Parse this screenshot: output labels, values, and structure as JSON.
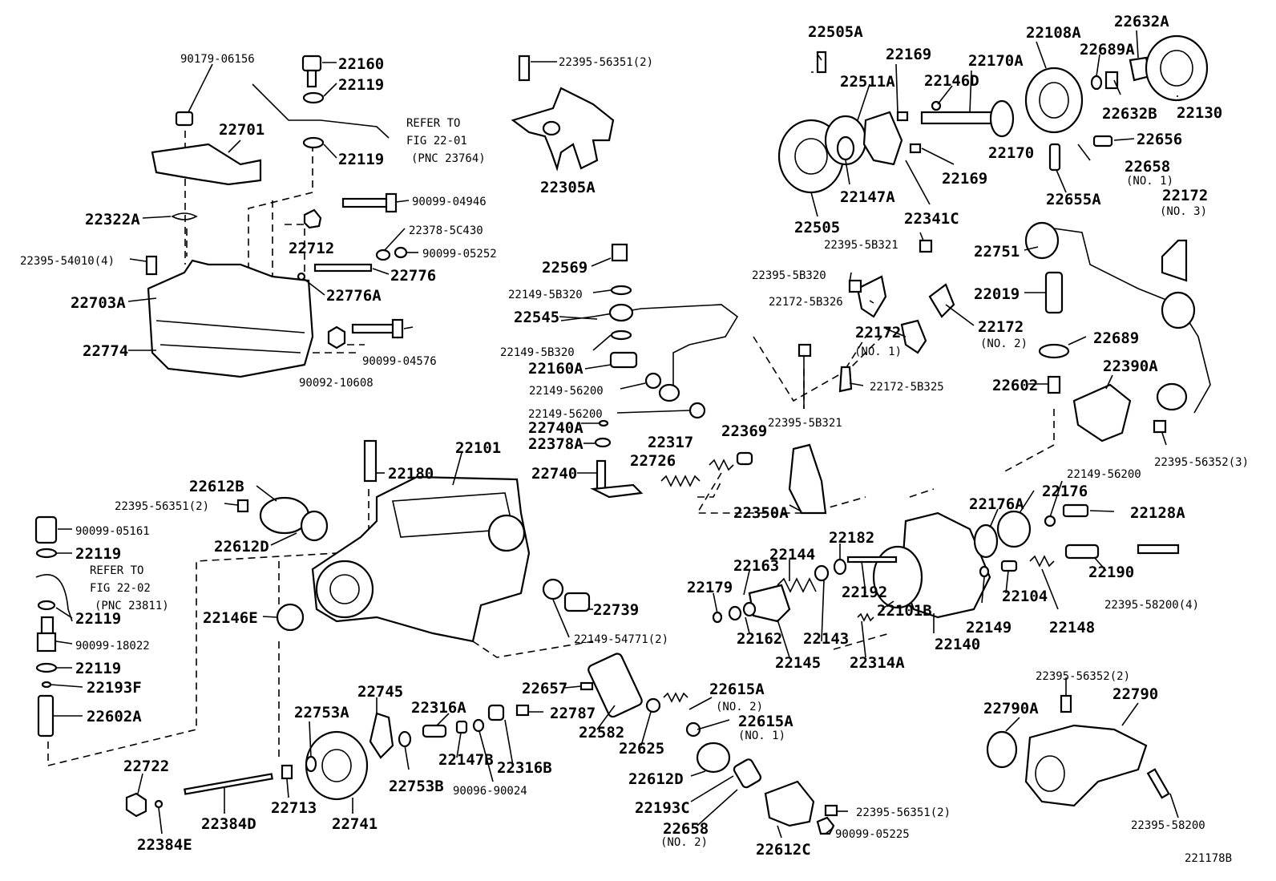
{
  "figure_code": "221178B",
  "refer_notes": [
    {
      "id": "r1",
      "lines": [
        "REFER TO",
        "FIG 22-01",
        "(PNC 23764)"
      ]
    },
    {
      "id": "r2",
      "lines": [
        "REFER TO",
        "FIG 22-02",
        "(PNC 23811)"
      ]
    }
  ],
  "labels": [
    {
      "id": "l1",
      "text": "90179-06156"
    },
    {
      "id": "l2",
      "text": "22160"
    },
    {
      "id": "l3",
      "text": "22119"
    },
    {
      "id": "l4",
      "text": "22119"
    },
    {
      "id": "l5",
      "text": "22701"
    },
    {
      "id": "l6",
      "text": "22322A"
    },
    {
      "id": "l7",
      "text": "22395-54010(4)"
    },
    {
      "id": "l8",
      "text": "22703A"
    },
    {
      "id": "l9",
      "text": "22774"
    },
    {
      "id": "l10",
      "text": "90099-04946"
    },
    {
      "id": "l11",
      "text": "22712"
    },
    {
      "id": "l12",
      "text": "22378-5C430"
    },
    {
      "id": "l13",
      "text": "90099-05252"
    },
    {
      "id": "l14",
      "text": "22776"
    },
    {
      "id": "l15",
      "text": "22776A"
    },
    {
      "id": "l16",
      "text": "90092-10608"
    },
    {
      "id": "l17",
      "text": "90099-04576"
    },
    {
      "id": "l18",
      "text": "22395-56351(2)"
    },
    {
      "id": "l19",
      "text": "22305A"
    },
    {
      "id": "l20",
      "text": "22569"
    },
    {
      "id": "l21",
      "text": "22149-5B320"
    },
    {
      "id": "l22",
      "text": "22545"
    },
    {
      "id": "l23",
      "text": "22149-5B320"
    },
    {
      "id": "l24",
      "text": "22160A"
    },
    {
      "id": "l25",
      "text": "22149-56200"
    },
    {
      "id": "l26",
      "text": "22149-56200"
    },
    {
      "id": "l27",
      "text": "22740A"
    },
    {
      "id": "l28",
      "text": "22378A"
    },
    {
      "id": "l29",
      "text": "22740"
    },
    {
      "id": "l30",
      "text": "22101"
    },
    {
      "id": "l31",
      "text": "22180"
    },
    {
      "id": "l32",
      "text": "22612B"
    },
    {
      "id": "l33",
      "text": "22395-56351(2)"
    },
    {
      "id": "l34",
      "text": "22612D"
    },
    {
      "id": "l35",
      "text": "90099-05161"
    },
    {
      "id": "l36",
      "text": "22119"
    },
    {
      "id": "l37",
      "text": "22119"
    },
    {
      "id": "l38",
      "text": "90099-18022"
    },
    {
      "id": "l39",
      "text": "22119"
    },
    {
      "id": "l40",
      "text": "22193F"
    },
    {
      "id": "l41",
      "text": "22602A"
    },
    {
      "id": "l42",
      "text": "22146E"
    },
    {
      "id": "l43",
      "text": "22739"
    },
    {
      "id": "l44",
      "text": "22149-54771(2)"
    },
    {
      "id": "l45",
      "text": "22317"
    },
    {
      "id": "l46",
      "text": "22726"
    },
    {
      "id": "l47",
      "text": "22369"
    },
    {
      "id": "l48",
      "text": "22350A"
    },
    {
      "id": "l49",
      "text": "22505A"
    },
    {
      "id": "l50",
      "text": "22511A"
    },
    {
      "id": "l51",
      "text": "22169"
    },
    {
      "id": "l52",
      "text": "22170A"
    },
    {
      "id": "l53",
      "text": "22146D"
    },
    {
      "id": "l54",
      "text": "22108A"
    },
    {
      "id": "l55",
      "text": "22689A"
    },
    {
      "id": "l56",
      "text": "22632A"
    },
    {
      "id": "l57",
      "text": "22632B"
    },
    {
      "id": "l58",
      "text": "22130"
    },
    {
      "id": "l59",
      "text": "22656"
    },
    {
      "id": "l60",
      "text": "22170"
    },
    {
      "id": "l61",
      "text": "22169"
    },
    {
      "id": "l62",
      "text": "22147A"
    },
    {
      "id": "l63",
      "text": "22341C"
    },
    {
      "id": "l64",
      "text": "22505"
    },
    {
      "id": "l65",
      "text": "22658"
    },
    {
      "id": "l66",
      "text": "(NO. 1)"
    },
    {
      "id": "l67",
      "text": "22655A"
    },
    {
      "id": "l68",
      "text": "22172"
    },
    {
      "id": "l69",
      "text": "(NO. 3)"
    },
    {
      "id": "l70",
      "text": "22395-5B321"
    },
    {
      "id": "l71",
      "text": "22395-5B320"
    },
    {
      "id": "l72",
      "text": "22172-5B326"
    },
    {
      "id": "l73",
      "text": "22172"
    },
    {
      "id": "l74",
      "text": "(NO. 1)"
    },
    {
      "id": "l75",
      "text": "22172"
    },
    {
      "id": "l76",
      "text": "(NO. 2)"
    },
    {
      "id": "l77",
      "text": "22751"
    },
    {
      "id": "l78",
      "text": "22019"
    },
    {
      "id": "l79",
      "text": "22689"
    },
    {
      "id": "l80",
      "text": "22602"
    },
    {
      "id": "l81",
      "text": "22390A"
    },
    {
      "id": "l82",
      "text": "22172-5B325"
    },
    {
      "id": "l83",
      "text": "22395-5B321"
    },
    {
      "id": "l84",
      "text": "22395-56352(3)"
    },
    {
      "id": "l85",
      "text": "22149-56200"
    },
    {
      "id": "l86",
      "text": "22176"
    },
    {
      "id": "l87",
      "text": "22176A"
    },
    {
      "id": "l88",
      "text": "22128A"
    },
    {
      "id": "l89",
      "text": "22182"
    },
    {
      "id": "l90",
      "text": "22163"
    },
    {
      "id": "l91",
      "text": "22144"
    },
    {
      "id": "l92",
      "text": "22179"
    },
    {
      "id": "l93",
      "text": "22192"
    },
    {
      "id": "l94",
      "text": "22101B"
    },
    {
      "id": "l95",
      "text": "22104"
    },
    {
      "id": "l96",
      "text": "22190"
    },
    {
      "id": "l97",
      "text": "22395-58200(4)"
    },
    {
      "id": "l98",
      "text": "22162"
    },
    {
      "id": "l99",
      "text": "22143"
    },
    {
      "id": "l100",
      "text": "22140"
    },
    {
      "id": "l101",
      "text": "22149"
    },
    {
      "id": "l102",
      "text": "22148"
    },
    {
      "id": "l103",
      "text": "22145"
    },
    {
      "id": "l104",
      "text": "22314A"
    },
    {
      "id": "l105",
      "text": "22657"
    },
    {
      "id": "l106",
      "text": "22615A"
    },
    {
      "id": "l107",
      "text": "(NO. 2)"
    },
    {
      "id": "l108",
      "text": "22615A"
    },
    {
      "id": "l109",
      "text": "(NO. 1)"
    },
    {
      "id": "l110",
      "text": "22745"
    },
    {
      "id": "l111",
      "text": "22316A"
    },
    {
      "id": "l112",
      "text": "22787"
    },
    {
      "id": "l113",
      "text": "22753A"
    },
    {
      "id": "l114",
      "text": "22582"
    },
    {
      "id": "l115",
      "text": "22625"
    },
    {
      "id": "l116",
      "text": "22147B"
    },
    {
      "id": "l117",
      "text": "22316B"
    },
    {
      "id": "l118",
      "text": "22753B"
    },
    {
      "id": "l119",
      "text": "90096-90024"
    },
    {
      "id": "l120",
      "text": "22612D"
    },
    {
      "id": "l121",
      "text": "22722"
    },
    {
      "id": "l122",
      "text": "22713"
    },
    {
      "id": "l123",
      "text": "22741"
    },
    {
      "id": "l124",
      "text": "22193C"
    },
    {
      "id": "l125",
      "text": "22395-56351(2)"
    },
    {
      "id": "l126",
      "text": "22384D"
    },
    {
      "id": "l127",
      "text": "22658"
    },
    {
      "id": "l128",
      "text": "(NO. 2)"
    },
    {
      "id": "l129",
      "text": "90099-05225"
    },
    {
      "id": "l130",
      "text": "22384E"
    },
    {
      "id": "l131",
      "text": "22612C"
    },
    {
      "id": "l132",
      "text": "22395-56352(2)"
    },
    {
      "id": "l133",
      "text": "22790A"
    },
    {
      "id": "l134",
      "text": "22790"
    },
    {
      "id": "l135",
      "text": "22395-58200"
    }
  ]
}
